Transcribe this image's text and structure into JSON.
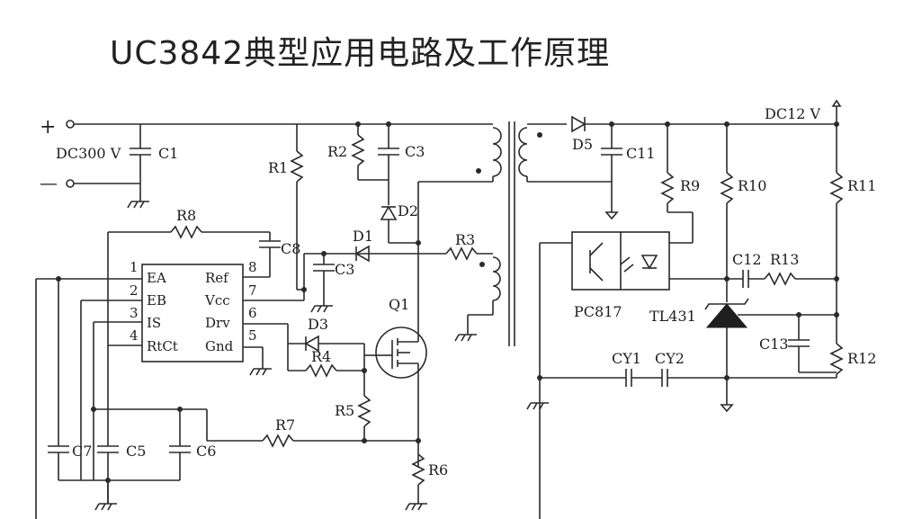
{
  "title": "UC3842典型应用电路及工作原理",
  "rails": {
    "plus": "+",
    "minus": "—",
    "input_voltage": "DC300 V",
    "output_voltage": "DC12 V"
  },
  "ic": {
    "pin_numbers": [
      "1",
      "2",
      "3",
      "4",
      "8",
      "7",
      "6",
      "5"
    ],
    "left_pins": [
      "EA",
      "EB",
      "IS",
      "RtCt"
    ],
    "right_pins": [
      "Ref",
      "Vcc",
      "Drv",
      "Gnd"
    ]
  },
  "components": {
    "C1": "C1",
    "R1": "R1",
    "R2": "R2",
    "C3_top": "C3",
    "D2": "D2",
    "R8": "R8",
    "C8": "C8",
    "D1": "D1",
    "C3_mid": "C3",
    "R3": "R3",
    "Q1": "Q1",
    "D3": "D3",
    "R4": "R4",
    "R5": "R5",
    "R7": "R7",
    "R6": "R6",
    "C7": "C7",
    "C5": "C5",
    "C6": "C6",
    "D5": "D5",
    "C11": "C11",
    "R9": "R9",
    "R10": "R10",
    "R11": "R11",
    "C12": "C12",
    "R13": "R13",
    "PC817": "PC817",
    "TL431": "TL431",
    "C13": "C13",
    "R12": "R12",
    "CY1": "CY1",
    "CY2": "CY2"
  }
}
